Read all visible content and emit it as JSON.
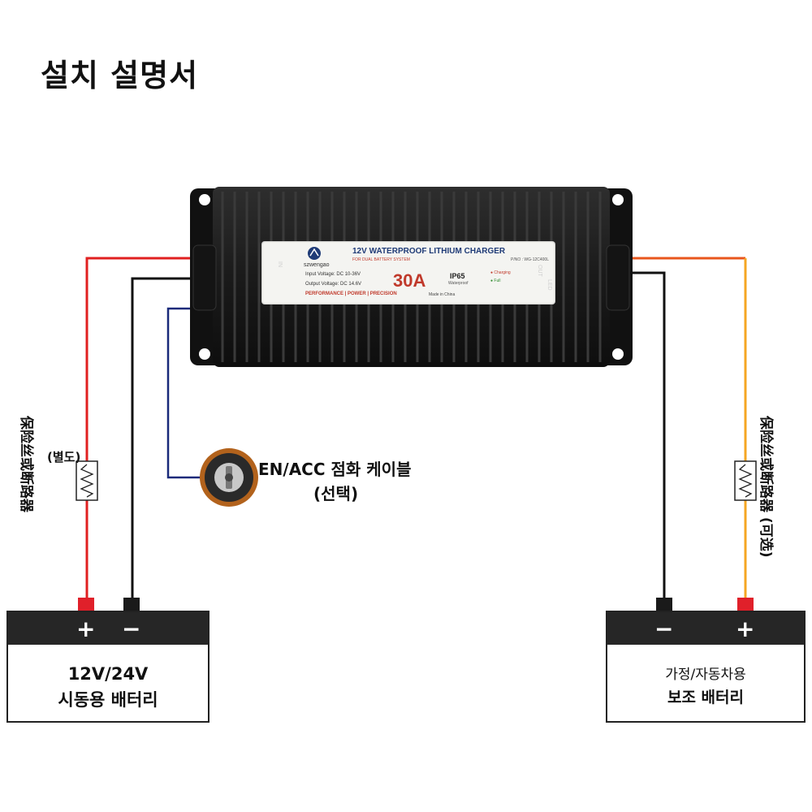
{
  "title": "설치 설명서",
  "charger": {
    "product_title": "12V WATERPROOF LITHIUM CHARGER",
    "subtitle": "FOR DUAL BATTERY SYSTEM",
    "model": "P/NO : WG-12C400L",
    "brand": "szwengao",
    "input_voltage": "Input Voltage:  DC 10-36V",
    "output_voltage": "Output Voltage:  DC 14.6V",
    "current": "30A",
    "ip_rating": "IP65",
    "waterproof": "Waterproof",
    "indicator_charging": "● Charging",
    "indicator_full": "● Full",
    "made_in": "Made in China",
    "tagline": "PERFORMANCE | POWER | PRECISION",
    "port_in_label": "IN",
    "port_out_label": "OUT",
    "port_led_label": "LED"
  },
  "acc": {
    "line1": "EN/ACC 점화 케이블",
    "line2": "(선택)"
  },
  "left_fuse": {
    "label": "保险丝或断路器",
    "note": "(별도)"
  },
  "right_fuse": {
    "label": "保险丝或断路器",
    "note": "(可选)"
  },
  "start_battery": {
    "plus": "+",
    "minus": "−",
    "line1": "12V/24V",
    "line2": "시동용 배터리"
  },
  "aux_battery": {
    "minus": "−",
    "plus": "+",
    "line1": "가정/자동차용",
    "line2": "보조 배터리"
  },
  "colors": {
    "positive_wire": "#e02020",
    "negative_wire": "#111111",
    "acc_wire": "#1a2a7a",
    "output_wire": "#f5a020",
    "terminal_red": "#e0202a",
    "charger_body": "#1c1c1c"
  }
}
